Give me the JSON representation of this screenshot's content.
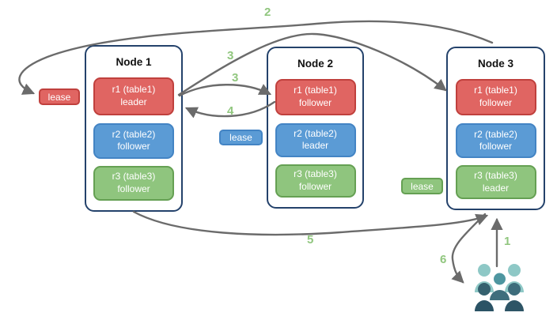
{
  "diagram": {
    "nodes": [
      {
        "title": "Node 1",
        "replicas": [
          {
            "name": "r1 (table1)",
            "role": "leader",
            "color": "#e06562"
          },
          {
            "name": "r2 (table2)",
            "role": "follower",
            "color": "#5b9bd5"
          },
          {
            "name": "r3 (table3)",
            "role": "follower",
            "color": "#8fc57e"
          }
        ]
      },
      {
        "title": "Node 2",
        "replicas": [
          {
            "name": "r1 (table1)",
            "role": "follower",
            "color": "#e06562"
          },
          {
            "name": "r2 (table2)",
            "role": "leader",
            "color": "#5b9bd5"
          },
          {
            "name": "r3 (table3)",
            "role": "follower",
            "color": "#8fc57e"
          }
        ]
      },
      {
        "title": "Node 3",
        "replicas": [
          {
            "name": "r1 (table1)",
            "role": "follower",
            "color": "#e06562"
          },
          {
            "name": "r2 (table2)",
            "role": "follower",
            "color": "#5b9bd5"
          },
          {
            "name": "r3 (table3)",
            "role": "leader",
            "color": "#8fc57e"
          }
        ]
      }
    ],
    "leases": {
      "red": "lease",
      "blue": "lease",
      "green": "lease"
    },
    "steps": {
      "s1": "1",
      "s2": "2",
      "s3a": "3",
      "s3b": "3",
      "s4": "4",
      "s5": "5",
      "s6": "6"
    },
    "colors": {
      "replica_red": "#e06562",
      "replica_red_border": "#c0403d",
      "replica_blue": "#5b9bd5",
      "replica_blue_border": "#4384c4",
      "replica_green": "#8fc57e",
      "replica_green_border": "#65a053",
      "node_border": "#24426b",
      "arrow": "#6b6b6b",
      "step_label": "#90c67e",
      "users_back": "#8ec8c6",
      "users_middle": "#4e96a0",
      "users_middle_body": "#3f6e7d",
      "users_front": "#2e5566"
    }
  }
}
